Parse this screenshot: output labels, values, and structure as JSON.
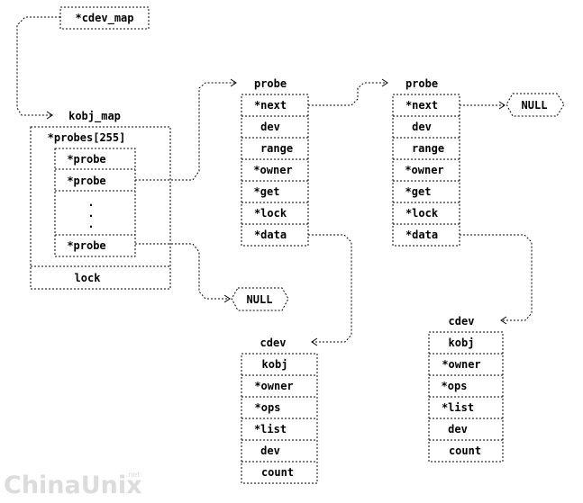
{
  "cdev_map_box": {
    "field": "*cdev_map"
  },
  "kobj_map": {
    "title": "kobj_map",
    "probes_label": "*probes[255]",
    "probes": [
      "*probe",
      "*probe",
      ".",
      ".",
      ".",
      "*probe"
    ],
    "lock": "lock"
  },
  "probe_1": {
    "title": "probe",
    "fields": [
      "*next",
      "dev",
      "range",
      "*owner",
      "*get",
      "*lock",
      "*data"
    ]
  },
  "probe_2": {
    "title": "probe",
    "fields": [
      "*next",
      "dev",
      "range",
      "*owner",
      "*get",
      "*lock",
      "*data"
    ]
  },
  "null_top": {
    "label": "NULL"
  },
  "null_bottom": {
    "label": "NULL"
  },
  "cdev_1": {
    "title": "cdev",
    "fields": [
      "kobj",
      "*owner",
      "*ops",
      "*list",
      "dev",
      "count"
    ]
  },
  "cdev_2": {
    "title": "cdev",
    "fields": [
      "kobj",
      "*owner",
      "*ops",
      "*list",
      "dev",
      "count"
    ]
  },
  "watermark": {
    "text": "ChinaUnix",
    "suffix": ".net"
  }
}
